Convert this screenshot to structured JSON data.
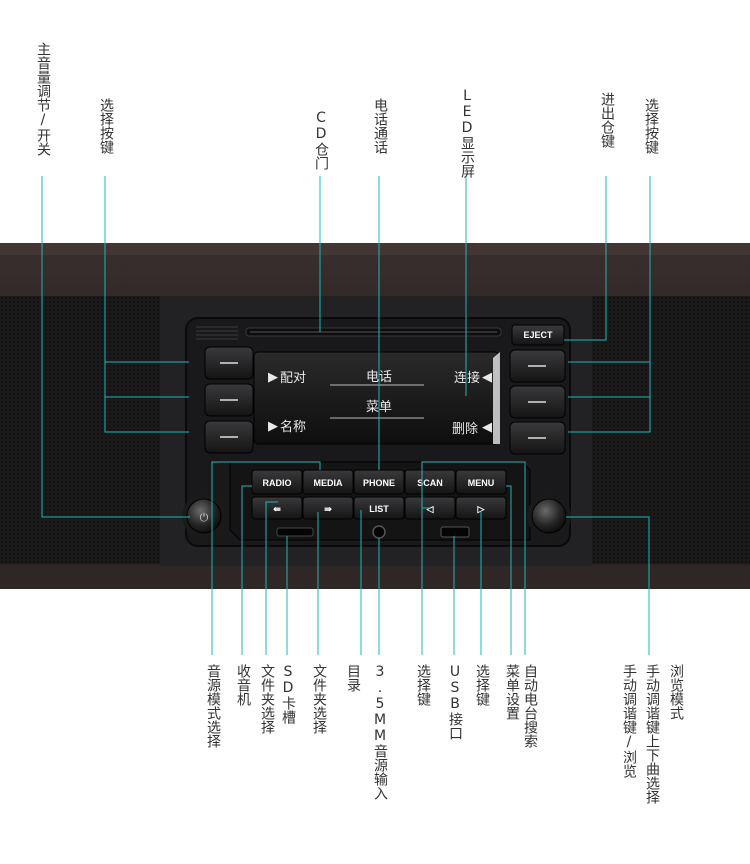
{
  "top_labels": {
    "volume": "主音量调节/开关",
    "select_left": "选择按键",
    "cd_door": "CD仓门",
    "phone": "电话通话",
    "led": "LED显示屏",
    "eject_key": "进出仓键",
    "select_right": "选择按键"
  },
  "bottom_labels": {
    "source_mode": "音源模式选择",
    "radio": "收音机",
    "folder1": "文件夹选择",
    "sd": "SD卡槽",
    "folder2": "文件夹选择",
    "list": "目录",
    "aux": "3.5MM音源输入",
    "select_key1": "选择键",
    "usb": "USB接口",
    "select_key2": "选择键",
    "menu_set": "菜单设置",
    "auto_search": "自动电台搜索",
    "knob_col1": "手动调谐键/浏览",
    "knob_col2": "手动调谐键上下曲选择",
    "knob_col3": "浏览模式"
  },
  "lcd": {
    "pair": "配对",
    "name": "名称",
    "phone": "电话",
    "menu": "菜单",
    "connect": "连接",
    "delete": "删除"
  },
  "buttons": {
    "eject": "EJECT",
    "radio": "RADIO",
    "media": "MEDIA",
    "phone": "PHONE",
    "scan": "SCAN",
    "menu": "MENU",
    "list": "LIST"
  },
  "colors": {
    "leader_line": "#1fb5b5",
    "panel": "#1b1b1d",
    "lcd_bg": "#141414"
  }
}
